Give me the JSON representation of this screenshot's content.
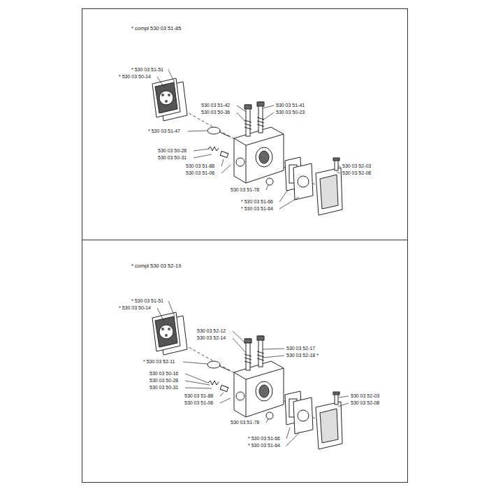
{
  "diagram": {
    "labels": [
      "* compl 530 03 51-85",
      "* 530 03 51-51",
      "* 530 03 50-14",
      "530 03 51-42",
      "530 03 50-36",
      "530 03 51-41",
      "530 03 50-23",
      "* 530 03 51-47",
      "530 03 50-28",
      "530 03 50-31",
      "530 03 51-88",
      "530 03 51-06",
      "530 03 51-78",
      "530 03 52-03",
      "530 03 52-08",
      "* 530 03 51-66",
      "* 530 03 51-64",
      "* compl 530 03 52-19",
      "* 530 03 51-51",
      "* 530 03 50-14",
      "530 03 52-12",
      "530 03 52-14",
      "530 03 52-17",
      "530 03 52-18 *",
      "* 530 03 52-11",
      "530 03 50-16",
      "530 03 50-28",
      "530 03 50-31",
      "530 03 51-88",
      "530 03 51-06",
      "530 03 51-78",
      "530 03 52-03",
      "530 03 52-08",
      "* 530 03 51-66",
      "* 530 03 51-64"
    ]
  }
}
